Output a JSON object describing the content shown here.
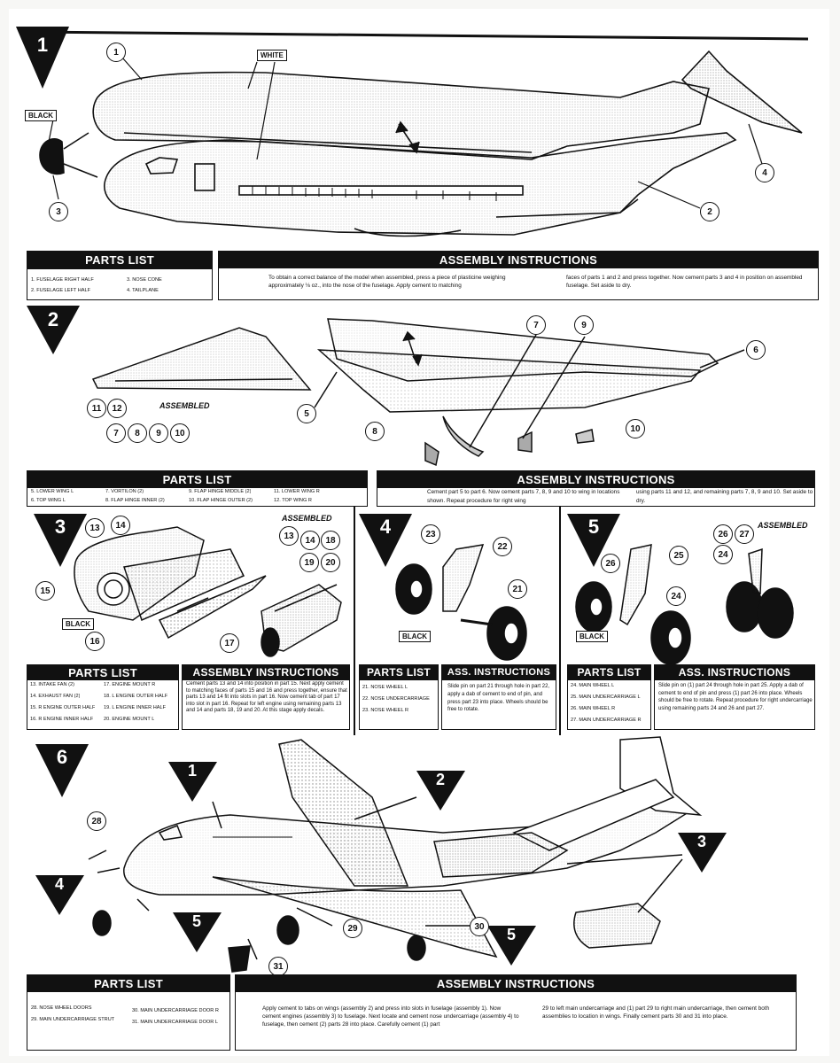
{
  "steps": [
    "1",
    "2",
    "3",
    "4",
    "5",
    "6"
  ],
  "labels": {
    "white": "WHITE",
    "black": "BLACK",
    "assembled": "ASSEMBLED"
  },
  "parts_list_title": "PARTS LIST",
  "assembly_title": "ASSEMBLY INSTRUCTIONS",
  "ass_title_short": "ASS. INSTRUCTIONS",
  "callouts": [
    "1",
    "2",
    "3",
    "4",
    "5",
    "6",
    "7",
    "8",
    "9",
    "10",
    "11",
    "12",
    "13",
    "14",
    "15",
    "16",
    "17",
    "18",
    "19",
    "20",
    "21",
    "22",
    "23",
    "24",
    "25",
    "26",
    "27",
    "28",
    "29",
    "30",
    "31"
  ],
  "section1": {
    "parts": [
      "1. FUSELAGE RIGHT HALF",
      "2. FUSELAGE LEFT HALF",
      "3. NOSE CONE",
      "4. TAILPLANE"
    ],
    "instructions_a": "To obtain a correct balance of the model when assembled, press a piece of plasticine weighing approximately ⅛ oz., into the nose of the fuselage. Apply cement to matching",
    "instructions_b": "faces of parts 1 and 2 and press together. Now cement parts 3 and 4 in position on assembled fuselage. Set aside to dry."
  },
  "section2": {
    "parts": [
      "5. LOWER WING L",
      "6. TOP WING L",
      "7. VORTILON (2)",
      "8. FLAP HINGE INNER (2)",
      "9. FLAP HINGE MIDDLE (2)",
      "10. FLAP HINGE OUTER (2)",
      "11. LOWER WING R",
      "12. TOP WING R"
    ],
    "instructions_a": "Cement part 5 to part 6. Now cement parts 7, 8, 9 and 10 to wing in locations shown. Repeat procedure for right wing",
    "instructions_b": "using parts 11 and 12, and remaining parts 7, 8, 9 and 10. Set aside to dry."
  },
  "section3": {
    "parts": [
      "13. INTAKE FAN (2)",
      "14. EXHAUST FAN (2)",
      "15. R ENGINE OUTER HALF",
      "16. R ENGINE INNER HALF",
      "17. ENGINE MOUNT R",
      "18. L ENGINE OUTER HALF",
      "19. L ENGINE INNER HALF",
      "20. ENGINE MOUNT L"
    ],
    "instructions": "Cement parts 13 and 14 into position in part 15. Next apply cement to matching faces of parts 15 and 16 and press together, ensure that parts 13 and 14 fit into slots in part 16. Now cement tab of part 17 into slot in part 16. Repeat for left engine using remaining parts 13 and 14 and parts 18, 19 and 20. At this stage apply decals."
  },
  "section4": {
    "parts": [
      "21. NOSE WHEEL L",
      "22. NOSE UNDERCARRIAGE",
      "23. NOSE WHEEL R"
    ],
    "instructions": "Slide pin on part 21 through hole in part 22, apply a dab of cement to end of pin, and press part 23 into place. Wheels should be free to rotate."
  },
  "section5": {
    "parts": [
      "24. MAIN WHEEL L",
      "25. MAIN UNDERCARRIAGE L",
      "26. MAIN WHEEL R",
      "27. MAIN UNDERCARRIAGE R"
    ],
    "instructions": "Slide pin on (1) part 24 through hole in part 25. Apply a dab of cement to end of pin and press (1) part 26 into place. Wheels should be free to rotate. Repeat procedure for right undercarriage using remaining parts 24 and 26 and part 27."
  },
  "section6": {
    "parts": [
      "28. NOSE WHEEL DOORS",
      "29. MAIN UNDERCARRIAGE STRUT",
      "30. MAIN UNDERCARRIAGE DOOR R",
      "31. MAIN UNDERCARRIAGE DOOR L"
    ],
    "instructions_a": "Apply cement to tabs on wings (assembly 2) and press into slots in fuselage (assembly 1). Now cement engines (assembly 3) to fuselage. Next locate and cement nose undercarriage (assembly 4) to fuselage, then cement (2) parts 28 into place. Carefully cement (1) part",
    "instructions_b": "29 to left main undercarriage and (1) part 29 to right main undercarriage, then cement both assemblies to location in wings. Finally cement parts 30 and 31 into place."
  }
}
